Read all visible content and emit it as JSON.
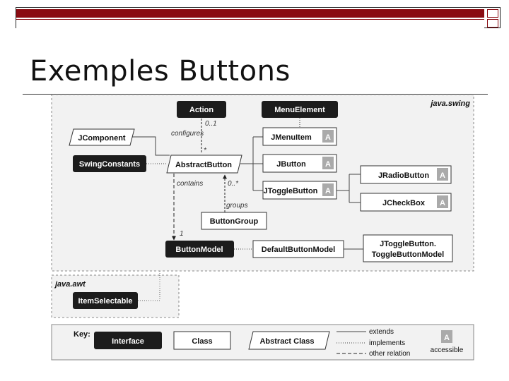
{
  "slide": {
    "title": "Exemples Buttons"
  },
  "diagram": {
    "packages": {
      "swing": "java.swing",
      "awt": "java.awt"
    },
    "nodes": {
      "action": "Action",
      "menu_element": "MenuElement",
      "jcomponent": "JComponent",
      "jmenuitem": "JMenuItem",
      "swing_constants": "SwingConstants",
      "abstract_button": "AbstractButton",
      "jbutton": "JButton",
      "jradiobutton": "JRadioButton",
      "jtogglebutton": "JToggleButton",
      "jcheckbox": "JCheckBox",
      "button_group": "ButtonGroup",
      "button_model": "ButtonModel",
      "default_button_model": "DefaultButtonModel",
      "toggle_button_model_line1": "JToggleButton.",
      "toggle_button_model_line2": "ToggleButtonModel",
      "item_selectable": "ItemSelectable"
    },
    "accessible_badge": "A",
    "edge_labels": {
      "configures": "configures",
      "mult_0_1": "0..1",
      "star": "*",
      "contains": "contains",
      "mult_0_star": "0..*",
      "groups": "groups",
      "one": "1"
    },
    "key": {
      "title": "Key:",
      "interface": "Interface",
      "class": "Class",
      "abstract_class": "Abstract Class",
      "extends": "extends",
      "implements": "implements",
      "other_relation": "other relation",
      "accessible": "accessible"
    }
  }
}
